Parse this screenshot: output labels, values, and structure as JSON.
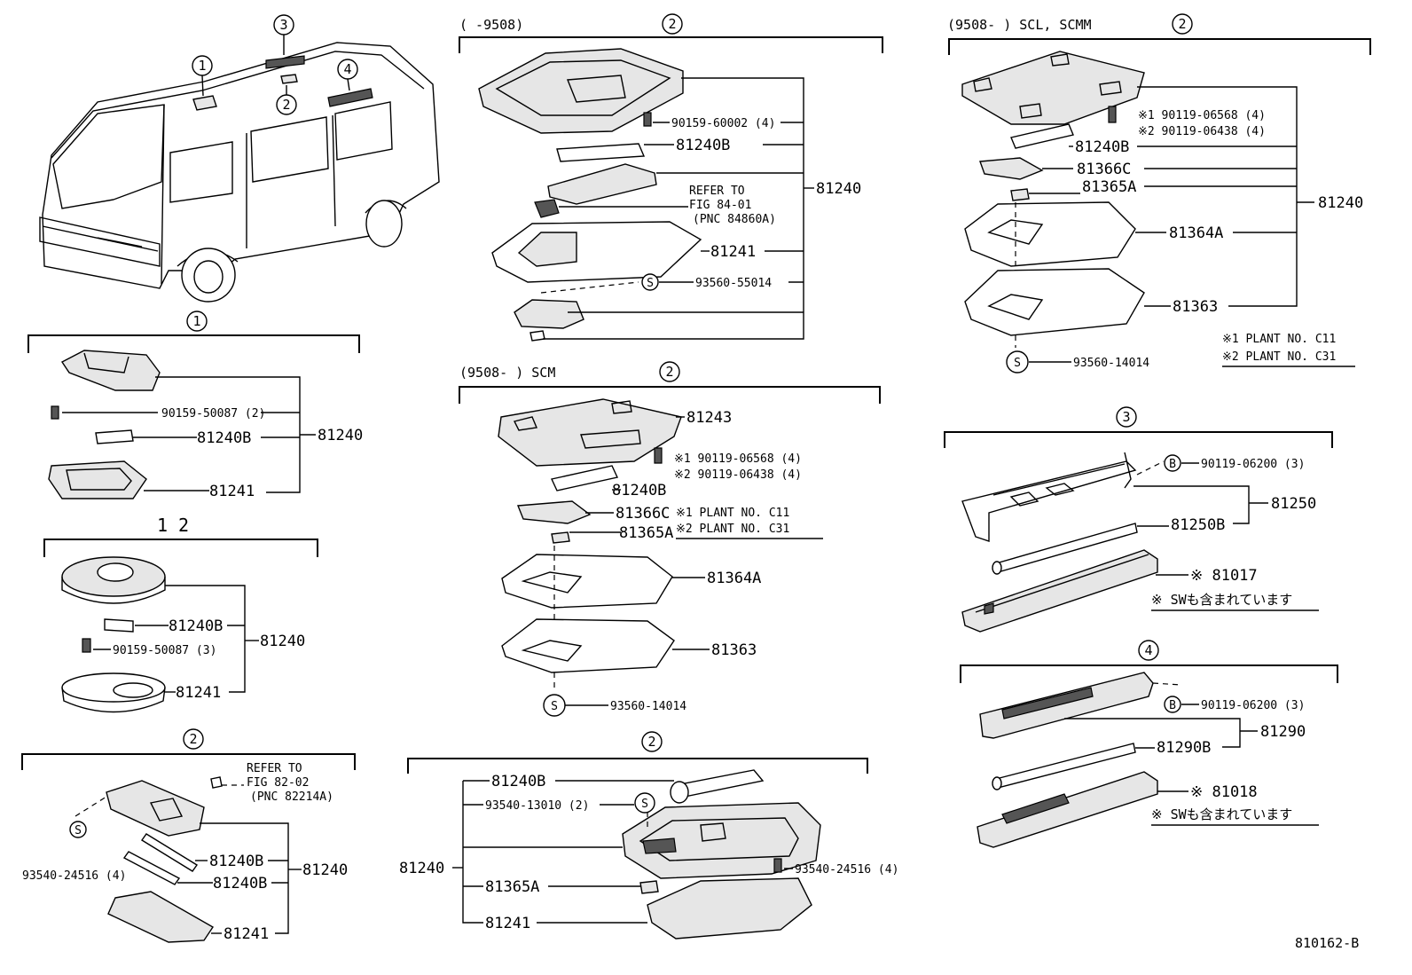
{
  "figure_code": "810162-B",
  "vehicle_callouts": [
    "1",
    "2",
    "3",
    "4"
  ],
  "s1": {
    "callout": "1",
    "parts": {
      "screw": "90159-50087 (2)",
      "bulb": "81240B",
      "lens": "81241",
      "assy": "81240"
    }
  },
  "s12": {
    "callout": "1 2",
    "parts": {
      "bulb": "81240B",
      "screw": "90159-50087 (3)",
      "lens": "81241",
      "assy": "81240"
    }
  },
  "s2b": {
    "callout": "2",
    "refer": [
      "REFER TO",
      "FIG 82-02",
      "(PNC 82214A)"
    ],
    "clip_symbol": "S",
    "parts": {
      "clip": "93540-24516 (4)",
      "bulb1": "81240B",
      "bulb2": "81240B",
      "lens": "81241",
      "assy": "81240"
    }
  },
  "c1": {
    "header": "(      -9508)",
    "callout": "2",
    "refer": [
      "REFER TO",
      "FIG 84-01",
      "(PNC 84860A)"
    ],
    "clip_symbol": "S",
    "parts": {
      "screw": "90159-60002 (4)",
      "bulb": "81240B",
      "lens": "81241",
      "clip": "93560-55014",
      "assy": "81240"
    }
  },
  "c2": {
    "header": "(9508-     ) SCM",
    "callout": "2",
    "clip_symbol": "S",
    "parts": {
      "base": "81243",
      "screw1": "※1 90119-06568 (4)",
      "screw2": "※2 90119-06438 (4)",
      "bulb": "81240B",
      "switch": "81366C",
      "knob": "81365A",
      "cover": "81364A",
      "lens": "81363",
      "clip": "93560-14014"
    },
    "notes": [
      "※1 PLANT NO. C11",
      "※2 PLANT NO. C31"
    ]
  },
  "c3": {
    "callout": "2",
    "clip_symbol": "S",
    "parts": {
      "bulb": "81240B",
      "clip": "93540-13010 (2)",
      "screw": "93540-24516 (4)",
      "knob": "81365A",
      "lens": "81241",
      "assy": "81240"
    }
  },
  "r1": {
    "header": "(9508-     ) SCL, SCMM",
    "callout": "2",
    "clip_symbol": "S",
    "parts": {
      "screw1": "※1 90119-06568 (4)",
      "screw2": "※2 90119-06438 (4)",
      "bulb": "81240B",
      "switch": "81366C",
      "knob": "81365A",
      "cover": "81364A",
      "lens": "81363",
      "clip": "93560-14014",
      "assy": "81240"
    },
    "notes": [
      "※1 PLANT NO. C11",
      "※2 PLANT NO. C31"
    ]
  },
  "r3": {
    "callout": "3",
    "bolt_symbol": "B",
    "parts": {
      "bolt": "90119-06200 (3)",
      "tube": "81250B",
      "assy": "81250",
      "housing": "※ 81017"
    },
    "note": "※ SWも含まれています"
  },
  "r4": {
    "callout": "4",
    "bolt_symbol": "B",
    "parts": {
      "bolt": "90119-06200 (3)",
      "tube": "81290B",
      "assy": "81290",
      "housing": "※ 81018"
    },
    "note": "※ SWも含まれています"
  }
}
